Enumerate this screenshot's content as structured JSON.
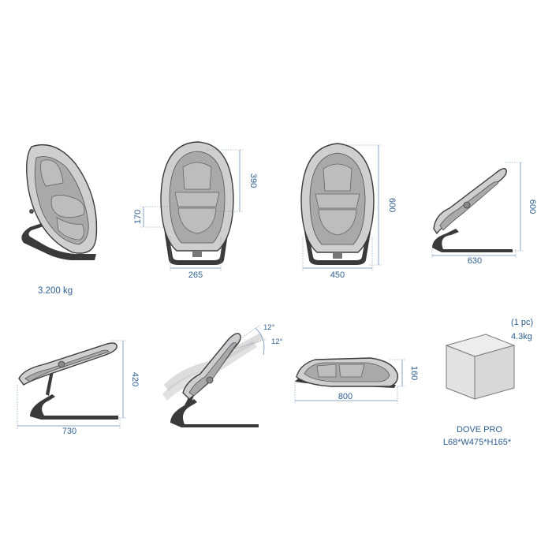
{
  "weight": "3.200 kg",
  "views": {
    "front_a": {
      "height": "390",
      "seat_height": "170",
      "width": "265"
    },
    "front_b": {
      "height": "600",
      "width": "450"
    },
    "side_a": {
      "height": "600",
      "depth": "630"
    },
    "side_b": {
      "height": "420",
      "depth": "730"
    },
    "recline": {
      "angle_top": "12°",
      "angle_bottom": "12°"
    },
    "folded": {
      "height": "160",
      "length": "800"
    }
  },
  "package": {
    "quantity": "(1 pc)",
    "weight": "4.3kg",
    "model": "DOVE PRO",
    "dimensions": "L68*W475*H165*"
  },
  "colors": {
    "dimension_text": "#2f5f8f",
    "frame": "#3a3a3a",
    "shell": "#cfcfcf"
  }
}
